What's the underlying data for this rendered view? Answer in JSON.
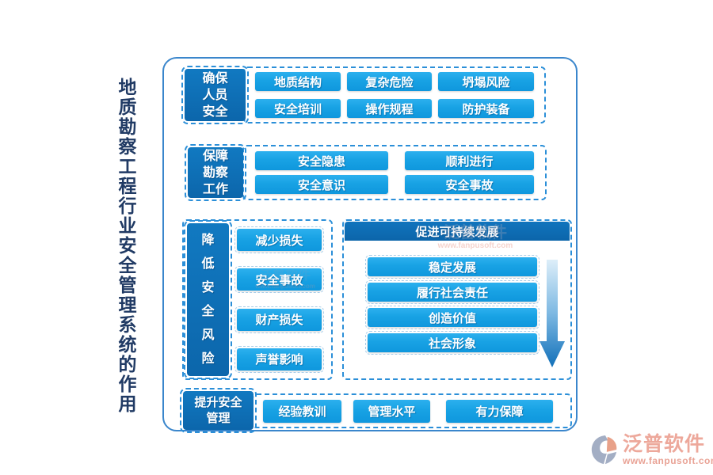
{
  "title": "地质勘察工程行业安全管理系统的作用",
  "sections": [
    {
      "label": "确保人员安全",
      "buttons": [
        "地质结构",
        "复杂危险",
        "坍塌风险",
        "安全培训",
        "操作规程",
        "防护装备"
      ]
    },
    {
      "label": "保障勘察工作",
      "buttons": [
        "安全隐患",
        "顺利进行",
        "安全意识",
        "安全事故"
      ]
    },
    {
      "label": "降低安全风险",
      "buttons": [
        "减少损失",
        "安全事故",
        "财产损失",
        "声誉影响"
      ]
    },
    {
      "label": "提升安全管理",
      "buttons": [
        "经验教训",
        "管理水平",
        "有力保障"
      ]
    }
  ],
  "sustain_panel": {
    "header": "促进可持续发展",
    "items": [
      "稳定发展",
      "履行社会责任",
      "创造价值",
      "社会形象"
    ],
    "arrow_icon": "down-arrow"
  },
  "branding": {
    "name": "泛普软件",
    "url": "www.fanpusoft.com"
  },
  "watermark": {
    "name": "泛普软件",
    "url": "www.fanpusoft.com"
  },
  "colors": {
    "label_blue": "#0f72b8",
    "chip_blue": "#18a2e4",
    "dashed_border": "#2b8fd8",
    "frame_border": "#3a86cc",
    "title_text": "#203a64",
    "brand_salmon": "#e9a396"
  }
}
